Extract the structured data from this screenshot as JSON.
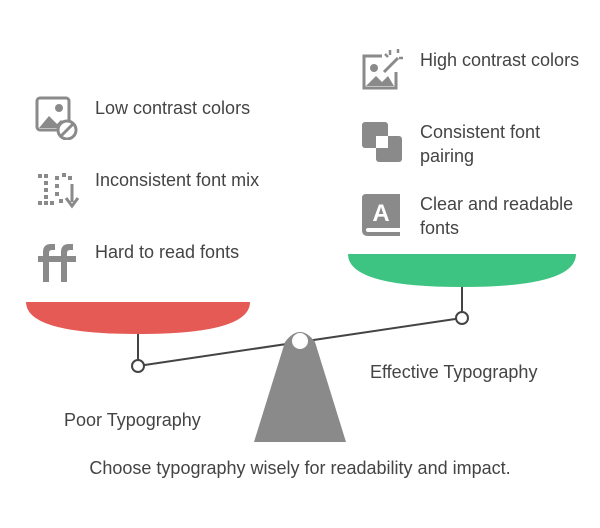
{
  "left_side": {
    "title": "Poor Typography",
    "items": [
      {
        "icon": "image-blocked-icon",
        "label": "Low contrast colors"
      },
      {
        "icon": "dotted-font-mix-icon",
        "label": "Inconsistent font mix"
      },
      {
        "icon": "ligature-ff-icon",
        "label": "Hard to read fonts"
      }
    ]
  },
  "right_side": {
    "title": "Effective Typography",
    "items": [
      {
        "icon": "image-sparkle-icon",
        "label": "High contrast colors"
      },
      {
        "icon": "overlapping-squares-icon",
        "label": "Consistent font pairing"
      },
      {
        "icon": "font-book-icon",
        "label": "Clear and readable fonts"
      }
    ]
  },
  "footer": "Choose typography wisely for readability and impact.",
  "colors": {
    "left_pan": "#e55a54",
    "right_pan": "#3ec482",
    "fulcrum": "#8a8a8a",
    "beam": "#444444",
    "icon": "#8a8a8a",
    "text": "#444444"
  }
}
